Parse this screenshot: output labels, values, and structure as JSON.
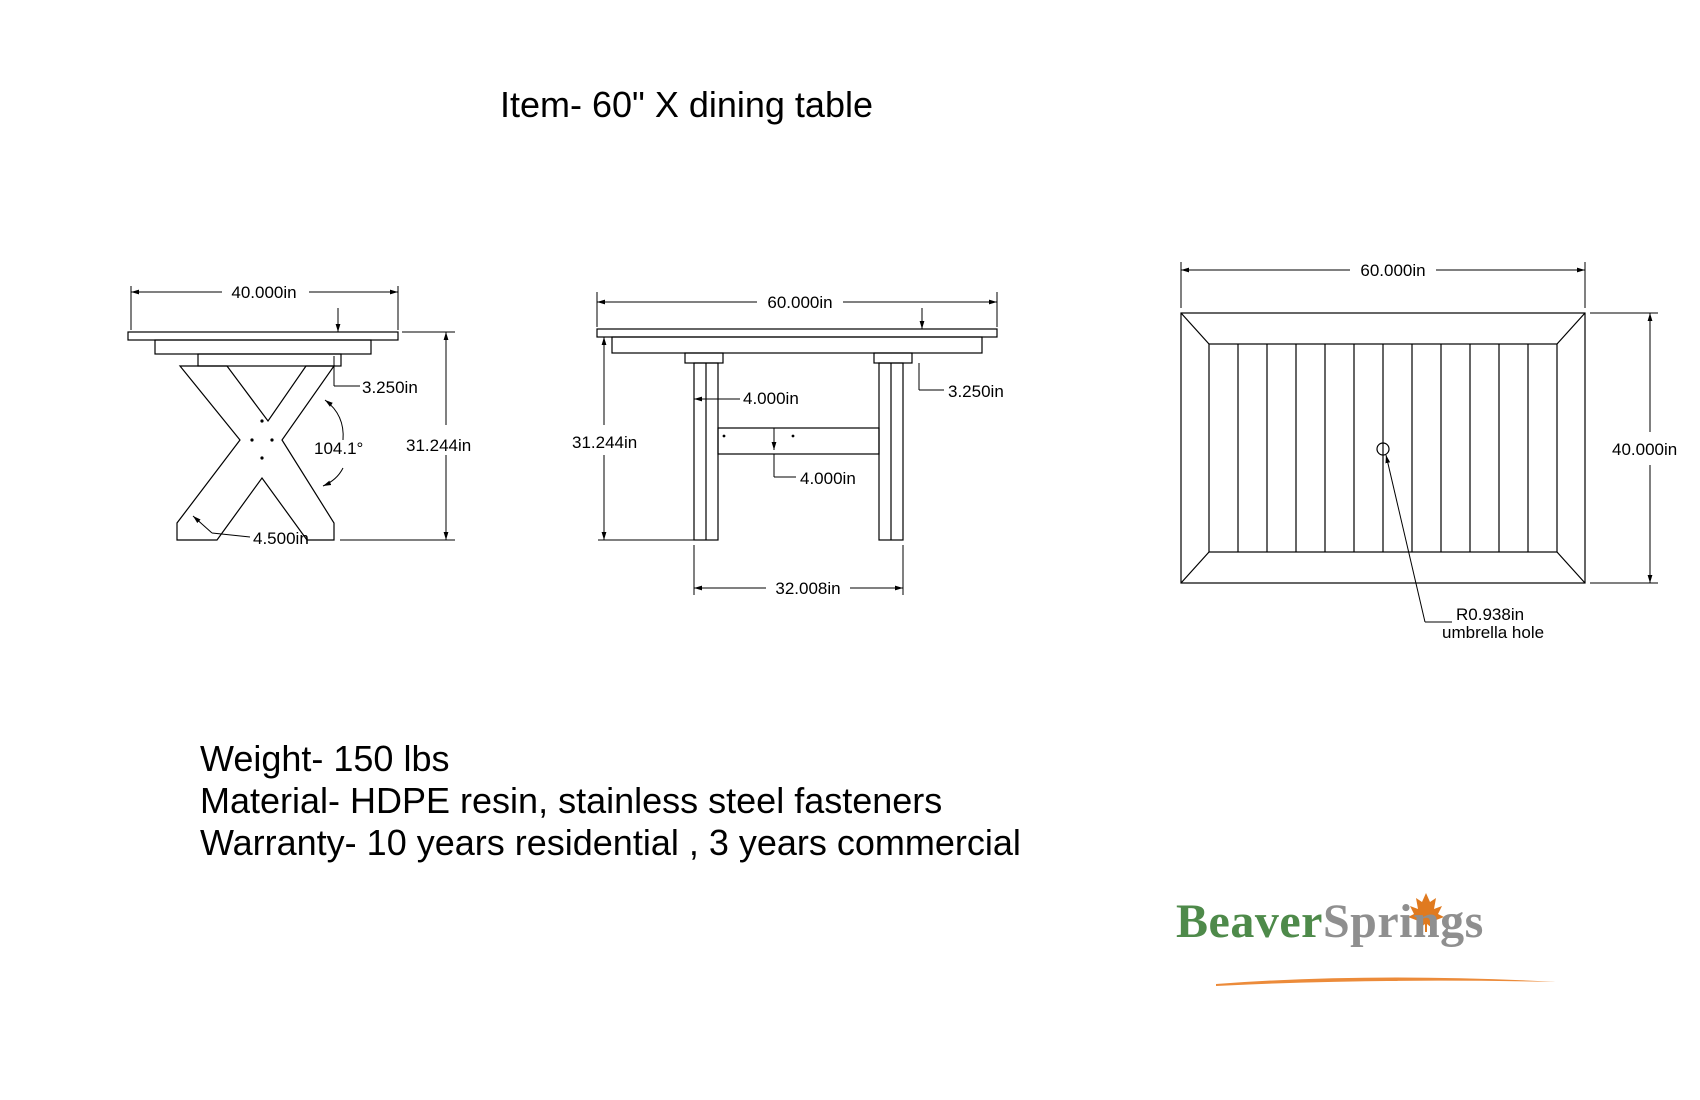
{
  "title": "Item- 60\" X dining table",
  "views": {
    "end_view": {
      "width": "40.000in",
      "top_thickness": "3.250in",
      "angle": "104.1°",
      "height": "31.244in",
      "foot": "4.500in"
    },
    "side_view": {
      "length": "60.000in",
      "height": "31.244in",
      "leg_width": "4.000in",
      "top_thickness": "3.250in",
      "stretcher": "4.000in",
      "leg_span": "32.008in"
    },
    "top_view": {
      "length": "60.000in",
      "width": "40.000in",
      "hole_radius": "R0.938in",
      "hole_label": "umbrella hole"
    }
  },
  "specs": {
    "weight": "Weight- 150 lbs",
    "material": "Material- HDPE resin, stainless steel fasteners",
    "warranty": "Warranty- 10 years residential , 3 years commercial"
  },
  "logo": {
    "part1": "Beaver",
    "part2": "Springs",
    "icon": "maple-leaf-icon",
    "color_beaver": "#4e8a4a",
    "color_springs": "#8f8f8f",
    "color_leaf": "#e07a1f",
    "color_swoosh": "#ec8b3a"
  }
}
